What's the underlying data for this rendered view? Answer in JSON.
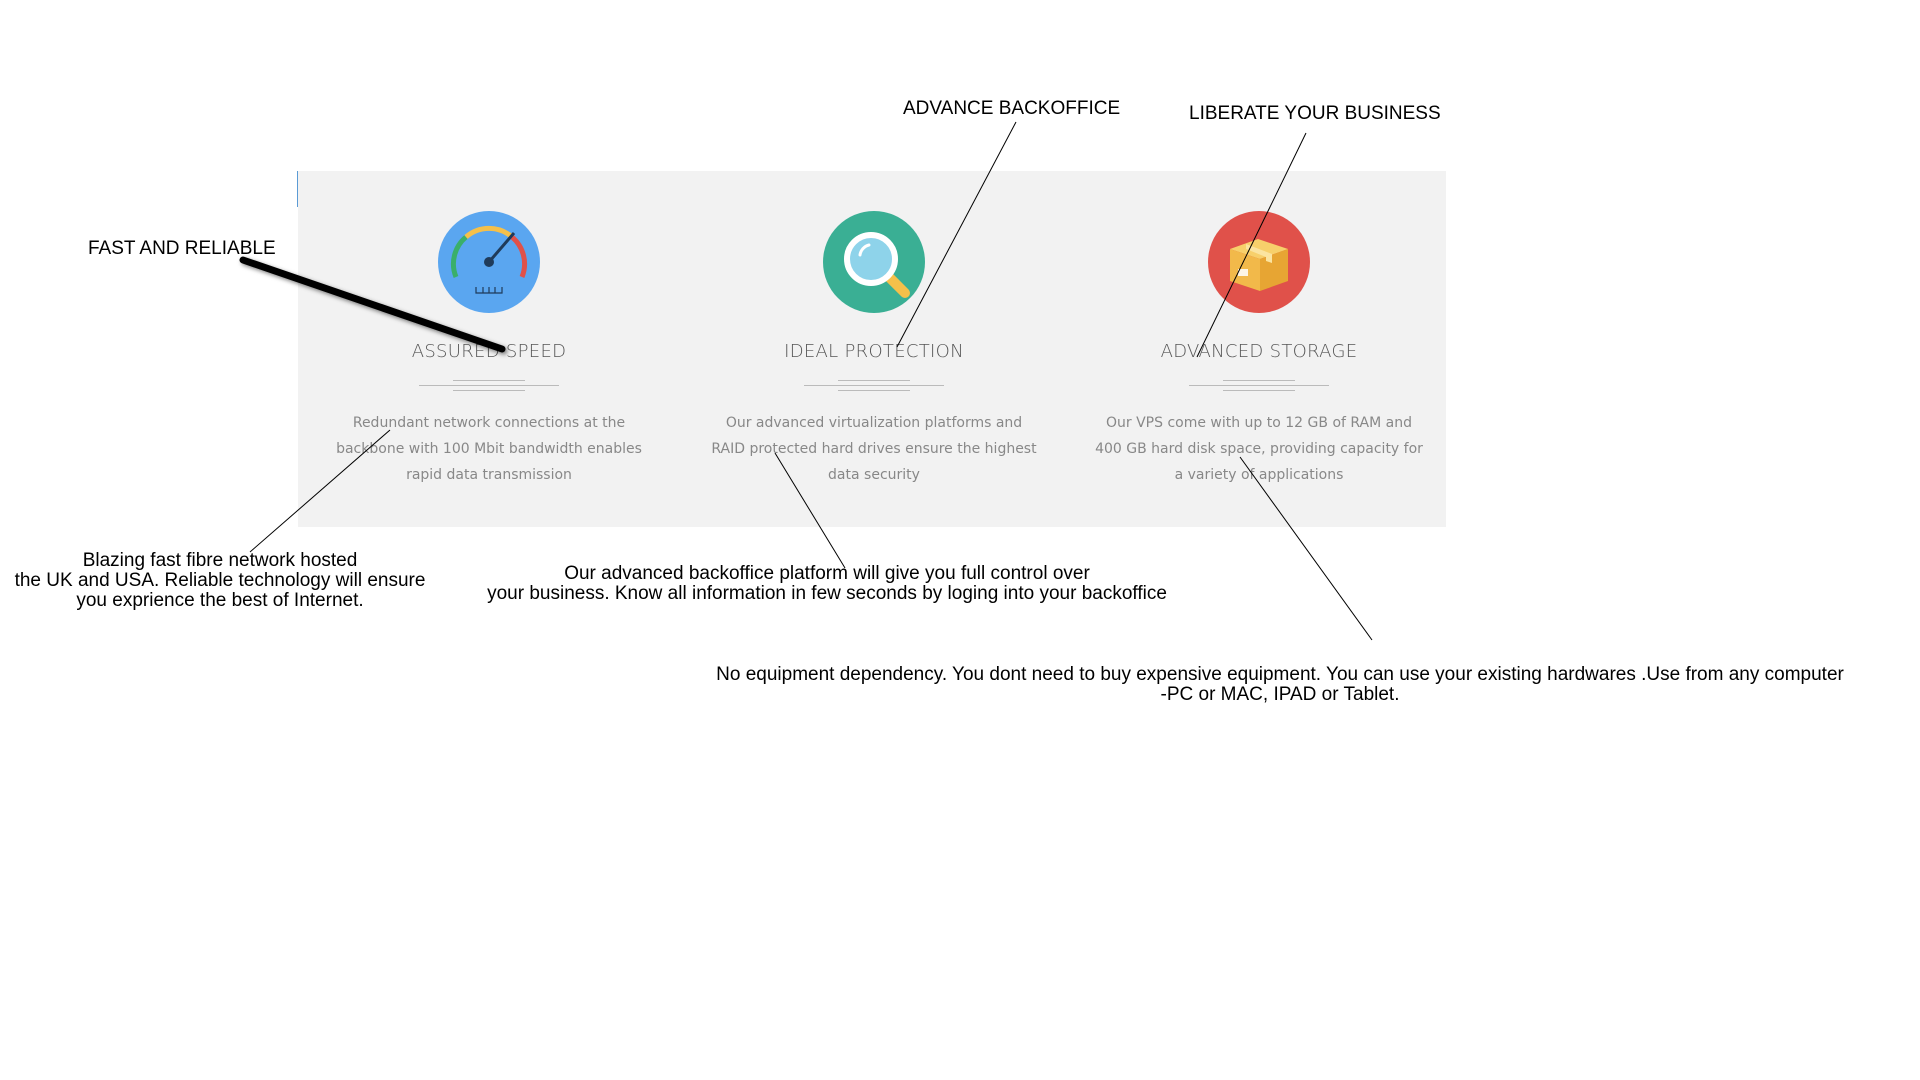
{
  "features": [
    {
      "title": "ASSURED SPEED",
      "description": "Redundant network connections at the backbone with 100 Mbit bandwidth enables rapid data transmission",
      "icon": "speedometer-icon",
      "color": "#5aa6f0"
    },
    {
      "title": "IDEAL PROTECTION",
      "description": "Our advanced virtualization platforms and RAID protected hard drives ensure the highest data security",
      "icon": "magnifier-icon",
      "color": "#3aaf94"
    },
    {
      "title": "ADVANCED STORAGE",
      "description": "Our VPS come with up to 12 GB of RAM and 400 GB hard disk space, providing capacity for a variety of applications",
      "icon": "package-box-icon",
      "color": "#e0514a"
    }
  ],
  "annotations": {
    "fast_reliable": "FAST AND RELIABLE",
    "advance_backoffice": "ADVANCE BACKOFFICE",
    "liberate_business": "LIBERATE YOUR BUSINESS",
    "fibre_line1": "Blazing fast fibre network hosted",
    "fibre_line2": "the UK and USA. Reliable technology will ensure",
    "fibre_line3": "you exprience the best of Internet.",
    "backoffice_line1": "Our advanced backoffice platform will give you full control over",
    "backoffice_line2": "your business. Know all information in few seconds by loging into your backoffice",
    "equipment_line1": "No equipment dependency. You dont need to buy expensive equipment. You can use your existing hardwares .Use from any computer",
    "equipment_line2": "-PC or MAC, IPAD or Tablet."
  }
}
